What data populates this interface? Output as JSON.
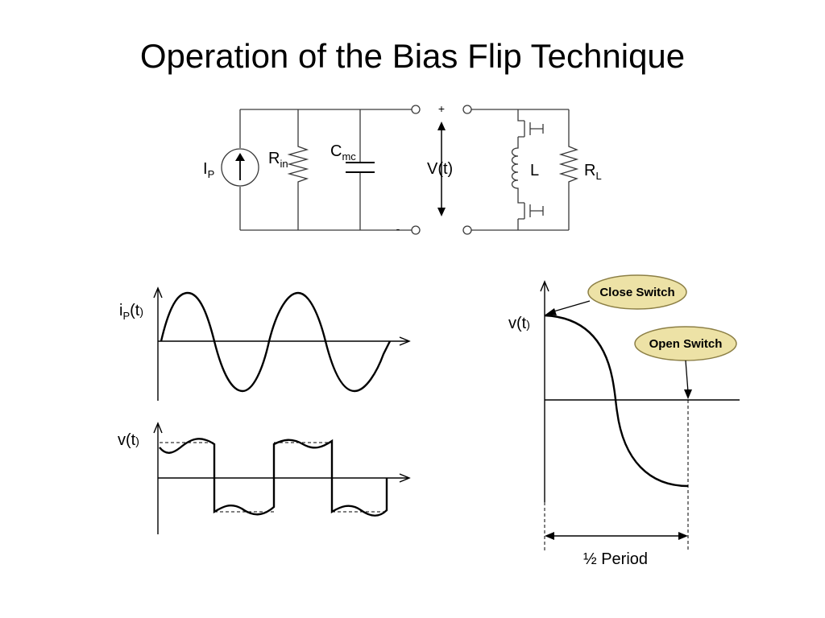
{
  "slide": {
    "title": "Operation of the Bias Flip Technique"
  },
  "circuit": {
    "ip_label": "I",
    "ip_sub": "P",
    "rin_label": "R",
    "rin_sub": "in",
    "cmc_label": "C",
    "cmc_sub": "mc",
    "vt_label": "V(t)",
    "plus_label": "+",
    "minus_label": "-",
    "l_label": "L",
    "rl_label": "R",
    "rl_sub": "L"
  },
  "plots": {
    "current_label": "i",
    "current_sub": "P",
    "current_suffix": "(t",
    "current_close": ")",
    "voltage_label": "v(t",
    "voltage_close": ")",
    "right_label": "v(t",
    "right_close": ")",
    "close_switch": "Close Switch",
    "open_switch": "Open Switch",
    "half_period": "½ Period",
    "callout_fill": "#ede2a6",
    "callout_stroke": "#8c7f45"
  }
}
